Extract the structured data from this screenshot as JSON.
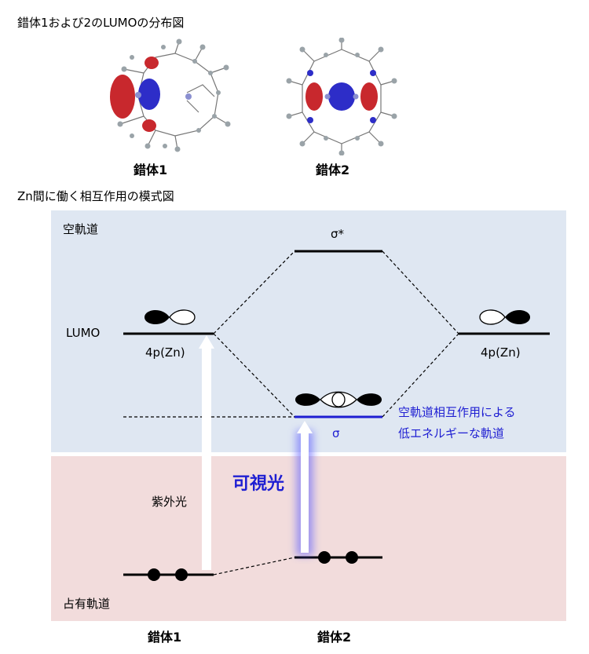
{
  "titles": {
    "lumo": "錯体1および2のLUMOの分布図",
    "scheme": "Zn間に働く相互作用の模式図"
  },
  "captions": {
    "complex1": "錯体1",
    "complex2": "錯体2"
  },
  "regions": {
    "empty": "空軌道",
    "occupied": "占有軌道"
  },
  "levels": {
    "lumo": "LUMO",
    "orbital_4p_left": "4p(Zn)",
    "orbital_4p_right": "4p(Zn)",
    "sigma_star": "σ*",
    "sigma": "σ"
  },
  "annotation": {
    "line1": "空軌道相互作用による",
    "line2": "低エネルギーな軌道"
  },
  "arrows": {
    "uv": "紫外光",
    "visible": "可視光"
  },
  "colors": {
    "empty_region": "#dfe7f2",
    "occupied_region": "#f2dcdc",
    "sigma_level": "#1e1ed2",
    "lobe_red": "#c8282d",
    "lobe_blue": "#2d2dc8"
  }
}
